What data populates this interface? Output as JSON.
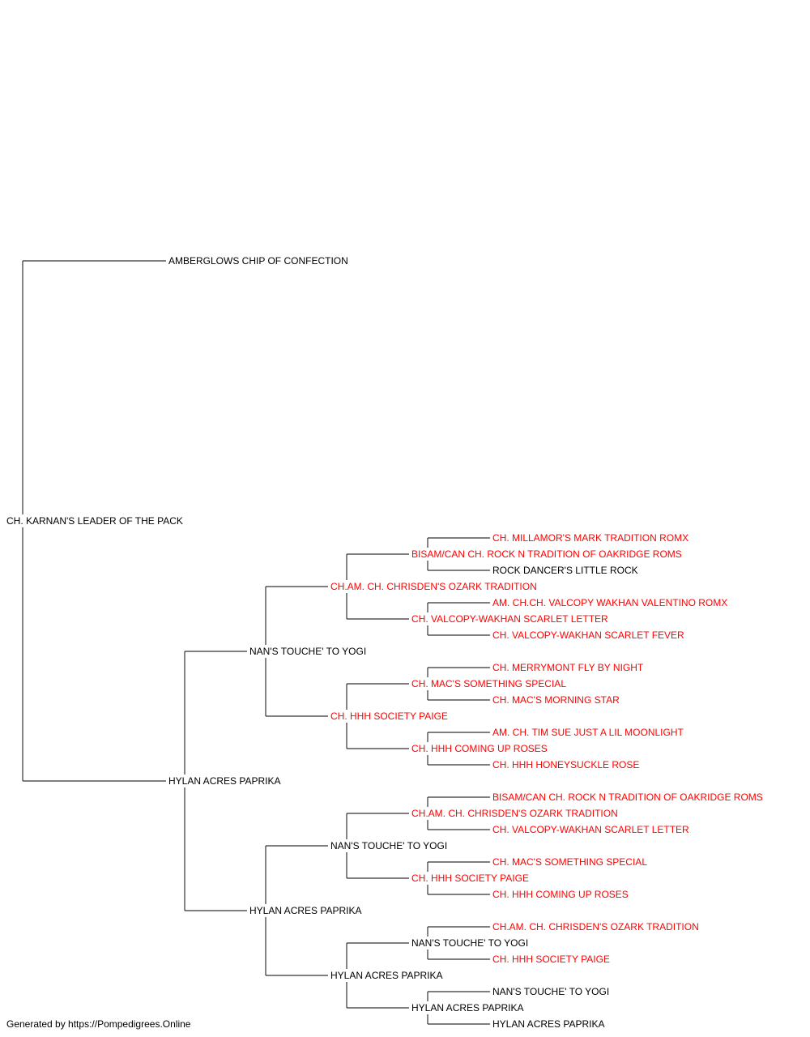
{
  "colors": {
    "champion": "#ff0000",
    "normal": "#000000",
    "line": "#333333"
  },
  "subject": {
    "name": "CH. KARNAN'S LEADER OF THE PACK",
    "champion": false
  },
  "sire": {
    "name": "AMBERGLOWS CHIP OF CONFECTION",
    "champion": false
  },
  "dam": {
    "name": "HYLAN ACRES PAPRIKA",
    "champion": false,
    "sire": {
      "name": "NAN'S TOUCHE' TO YOGI",
      "champion": false,
      "sire": {
        "name": "CH.AM. CH. CHRISDEN'S OZARK TRADITION",
        "champion": true,
        "sire": {
          "name": "BISAM/CAN CH. ROCK N TRADITION OF OAKRIDGE ROMS",
          "champion": true,
          "sire": {
            "name": "CH. MILLAMOR'S MARK TRADITION ROMX",
            "champion": true
          },
          "dam": {
            "name": "ROCK DANCER'S LITTLE ROCK",
            "champion": false
          }
        },
        "dam": {
          "name": "CH. VALCOPY-WAKHAN SCARLET LETTER",
          "champion": true,
          "sire": {
            "name": "AM. CH.CH. VALCOPY WAKHAN VALENTINO ROMX",
            "champion": true
          },
          "dam": {
            "name": "CH. VALCOPY-WAKHAN SCARLET FEVER",
            "champion": true
          }
        }
      },
      "dam": {
        "name": "CH. HHH SOCIETY PAIGE",
        "champion": true,
        "sire": {
          "name": "CH. MAC'S SOMETHING SPECIAL",
          "champion": true,
          "sire": {
            "name": "CH. MERRYMONT FLY BY NIGHT",
            "champion": true
          },
          "dam": {
            "name": "CH. MAC'S MORNING STAR",
            "champion": true
          }
        },
        "dam": {
          "name": "CH. HHH COMING UP ROSES",
          "champion": true,
          "sire": {
            "name": "AM. CH. TIM SUE JUST A LIL MOONLIGHT",
            "champion": true
          },
          "dam": {
            "name": "CH. HHH HONEYSUCKLE ROSE",
            "champion": true
          }
        }
      }
    },
    "dam": {
      "name": "HYLAN ACRES PAPRIKA",
      "champion": false,
      "sire": {
        "name": "NAN'S TOUCHE' TO YOGI",
        "champion": false,
        "sire": {
          "name": "CH.AM. CH. CHRISDEN'S OZARK TRADITION",
          "champion": true,
          "sire": {
            "name": "BISAM/CAN CH. ROCK N TRADITION OF OAKRIDGE ROMS",
            "champion": true
          },
          "dam": {
            "name": "CH. VALCOPY-WAKHAN SCARLET LETTER",
            "champion": true
          }
        },
        "dam": {
          "name": "CH. HHH SOCIETY PAIGE",
          "champion": true,
          "sire": {
            "name": "CH. MAC'S SOMETHING SPECIAL",
            "champion": true
          },
          "dam": {
            "name": "CH. HHH COMING UP ROSES",
            "champion": true
          }
        }
      },
      "dam": {
        "name": "HYLAN ACRES PAPRIKA",
        "champion": false,
        "sire": {
          "name": "NAN'S TOUCHE' TO YOGI",
          "champion": false,
          "sire": {
            "name": "CH.AM. CH. CHRISDEN'S OZARK TRADITION",
            "champion": true
          },
          "dam": {
            "name": "CH. HHH SOCIETY PAIGE",
            "champion": true
          }
        },
        "dam": {
          "name": "HYLAN ACRES PAPRIKA",
          "champion": false,
          "sire": {
            "name": "NAN'S TOUCHE' TO YOGI",
            "champion": false
          },
          "dam": {
            "name": "HYLAN ACRES PAPRIKA",
            "champion": false
          }
        }
      }
    }
  },
  "footer": "Generated by https://Pompedigrees.Online"
}
